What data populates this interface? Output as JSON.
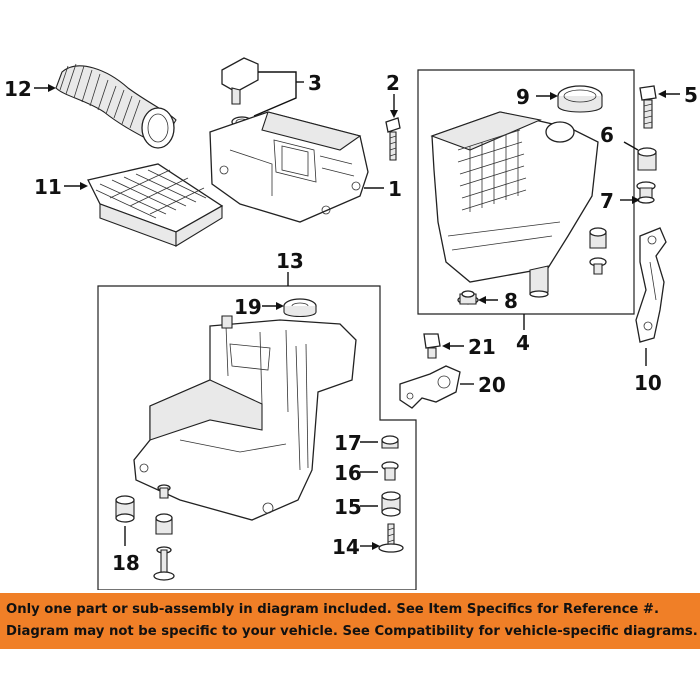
{
  "callouts": [
    "1",
    "2",
    "3",
    "4",
    "5",
    "6",
    "7",
    "8",
    "9",
    "10",
    "11",
    "12",
    "13",
    "14",
    "15",
    "16",
    "17",
    "18",
    "19",
    "20",
    "21"
  ],
  "disclaimer": {
    "line1": "Only one part or sub-assembly in diagram included. See Item Specifics for Reference #.",
    "line2": "Diagram may not be specific to your vehicle. See Compatibility for vehicle-specific diagrams."
  },
  "colors": {
    "banner": "#f07f27",
    "ink": "#111111"
  }
}
